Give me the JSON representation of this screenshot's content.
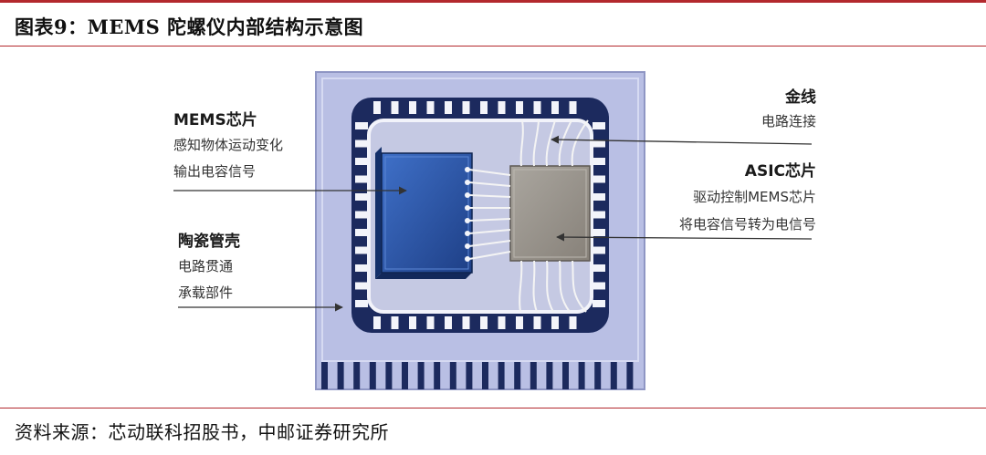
{
  "figure": {
    "caption": "图表9：MEMS 陀螺仪内部结构示意图",
    "source": "资料来源：芯动联科招股书，中邮证券研究所"
  },
  "labels": {
    "mems_chip": {
      "title": "MEMS芯片",
      "line1": "感知物体运动变化",
      "line2": "输出电容信号"
    },
    "ceramic_shell": {
      "title": "陶瓷管壳",
      "line1": "电路贯通",
      "line2": "承载部件"
    },
    "gold_wire": {
      "title": "金线",
      "line1": "电路连接"
    },
    "asic_chip": {
      "title": "ASIC芯片",
      "line1": "驱动控制MEMS芯片",
      "line2": "将电容信号转为电信号"
    }
  },
  "colors": {
    "accent_red": "#b3282d",
    "package_lavender": "#b9bfe4",
    "pad_navy": "#1c2a5e",
    "mems_blue": "#2b56a8",
    "asic_gray": "#9a9690"
  }
}
